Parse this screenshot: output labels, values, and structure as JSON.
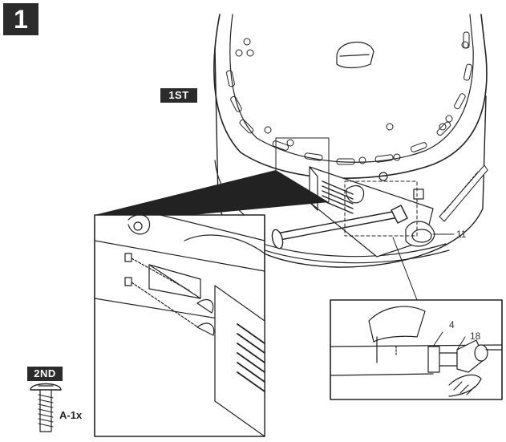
{
  "step": {
    "number": "1"
  },
  "tags": {
    "first": "1ST",
    "second": "2ND"
  },
  "callouts": {
    "part_11": "11",
    "part_4": "4",
    "part_18": "18"
  },
  "hardware": {
    "label": "A-1x"
  },
  "colors": {
    "ink": "#222222",
    "badge": "#2b2b2b",
    "paper": "#ffffff"
  }
}
